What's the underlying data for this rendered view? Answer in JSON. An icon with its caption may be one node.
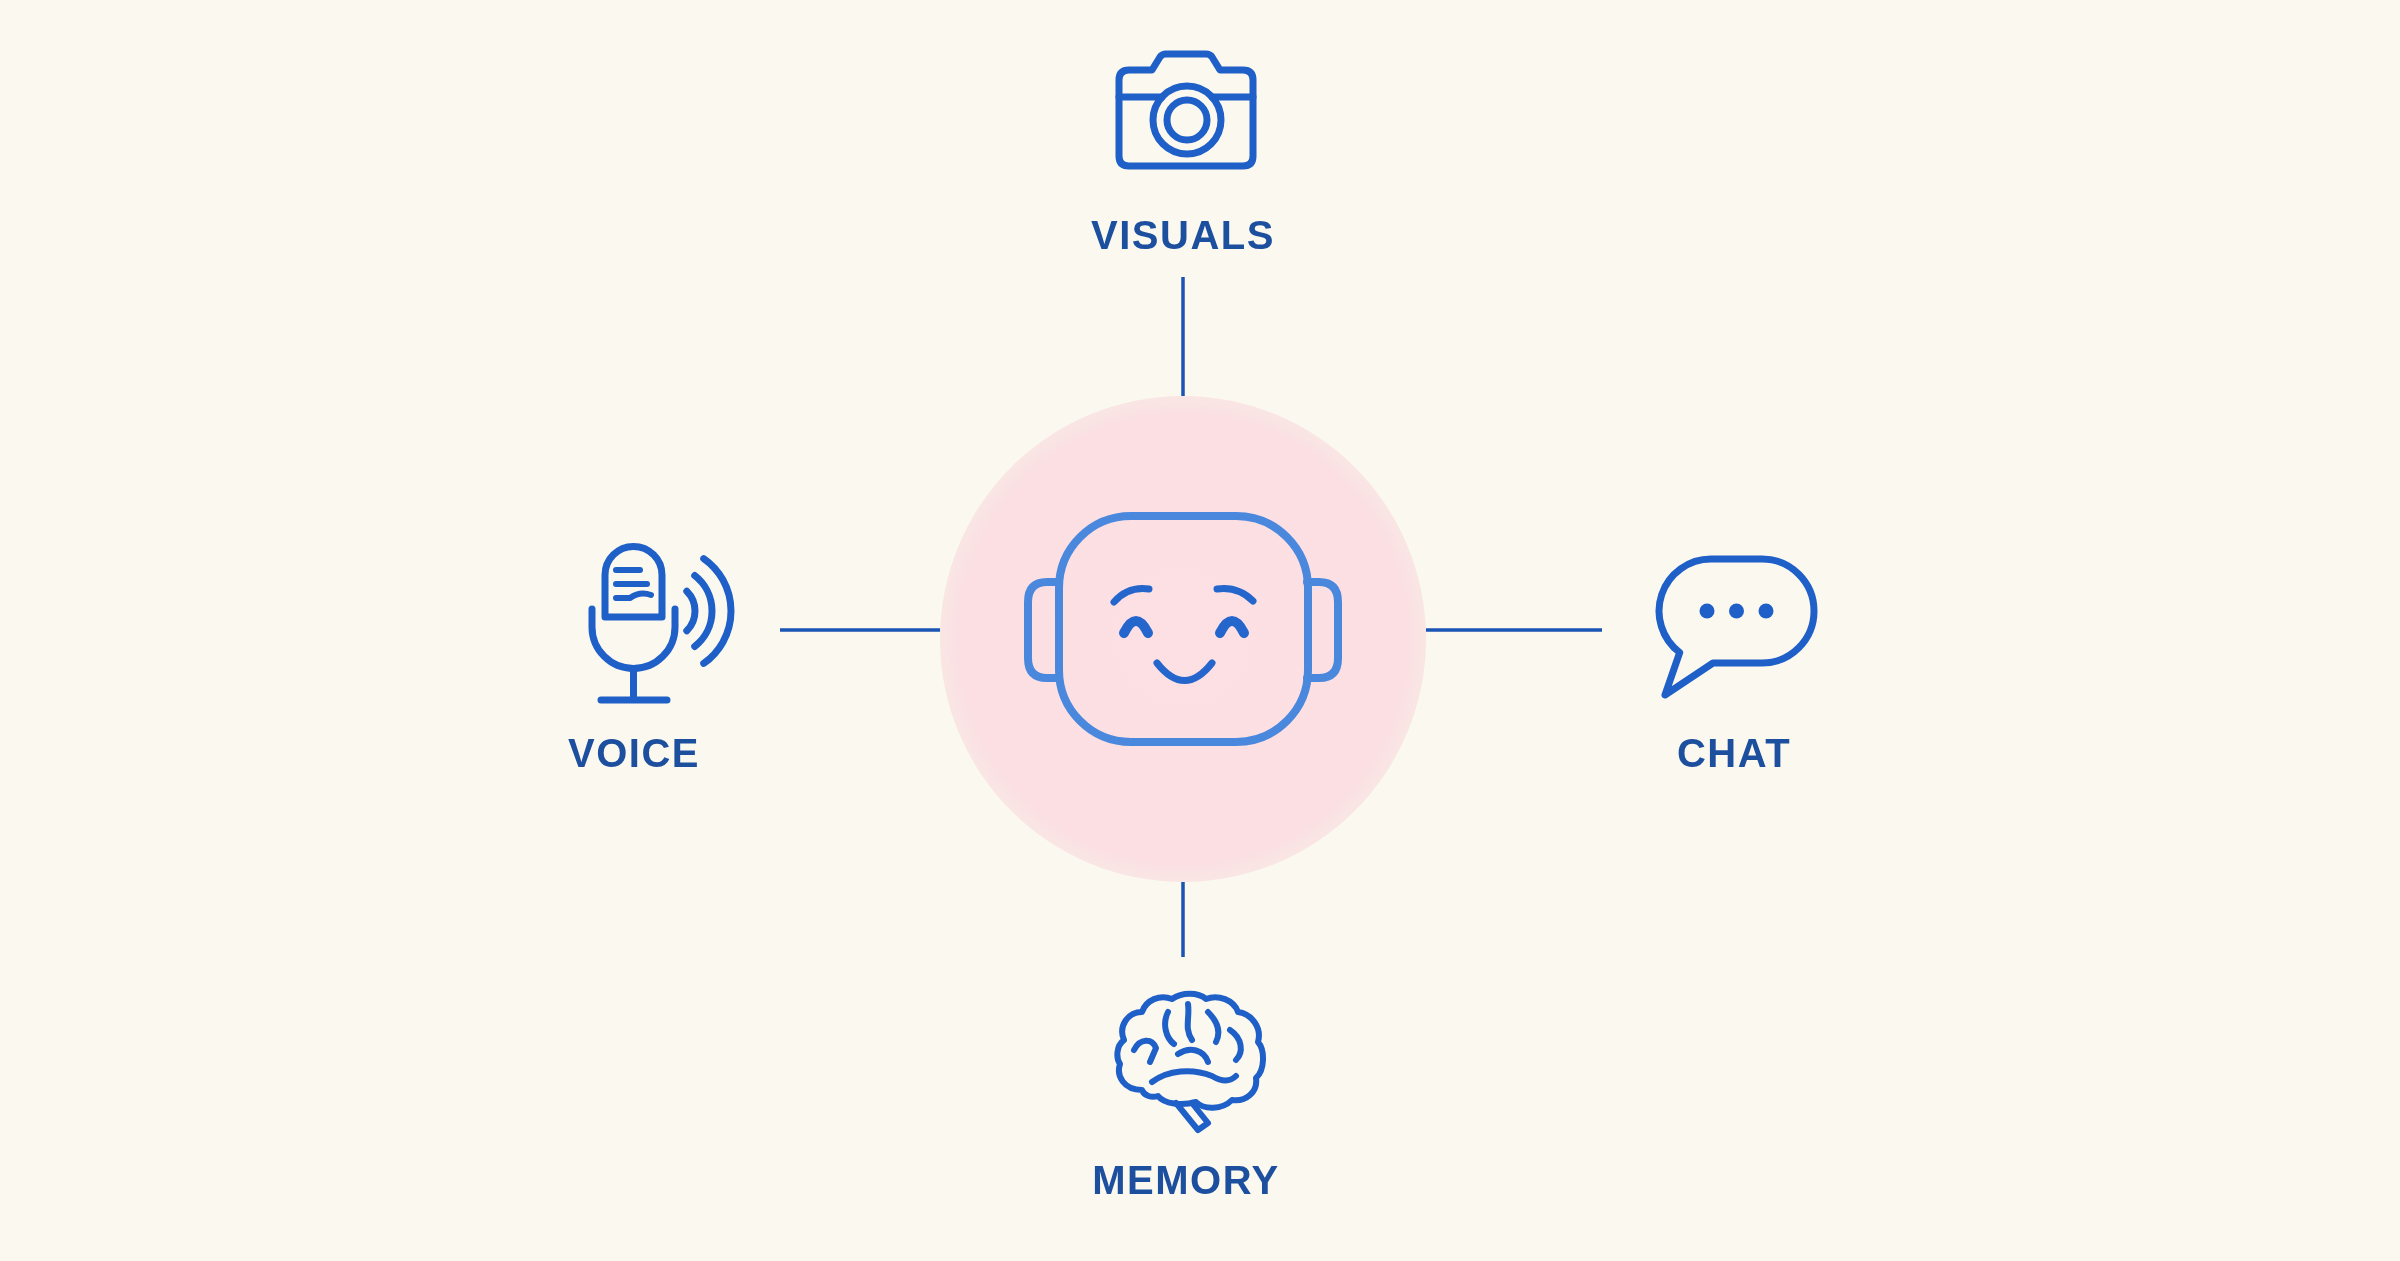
{
  "diagram": {
    "nodes": [
      {
        "text": [
          "VISUALS"
        ]
      },
      {
        "text": [
          "VOICE"
        ]
      },
      {
        "text": [],
        "shape": "circle"
      },
      {
        "text": [
          "CHAT"
        ]
      },
      {
        "text": [
          "MEMORY"
        ]
      }
    ],
    "edges": [
      {
        "from": 2,
        "to": 0,
        "arrow": "none"
      },
      {
        "from": 2,
        "to": 1,
        "arrow": "none"
      },
      {
        "from": 2,
        "to": 3,
        "arrow": "none"
      },
      {
        "from": 2,
        "to": 4,
        "arrow": "none"
      }
    ]
  }
}
